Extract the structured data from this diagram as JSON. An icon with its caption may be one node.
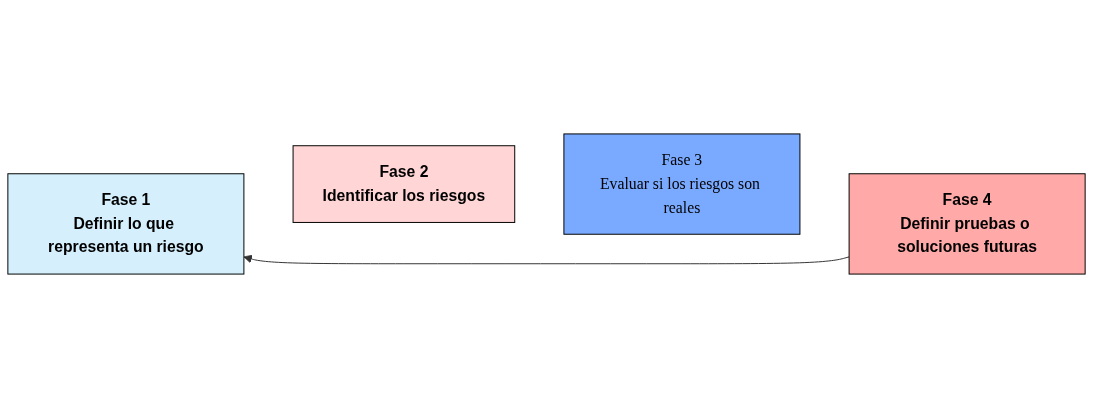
{
  "diagram": {
    "nodes": [
      {
        "text": [
          "Fase 1",
          "Definir lo que representa un riesgo"
        ]
      },
      {
        "text": [
          "Fase 2",
          "Identificar los riesgos"
        ]
      },
      {
        "text": [
          "Fase 3",
          "Evaluar si los riesgos son reales"
        ]
      },
      {
        "text": [
          "Fase 4",
          "Definir pruebas o soluciones futuras"
        ]
      }
    ],
    "edges": [
      {
        "from": 3,
        "to": 0,
        "arrow": "to"
      }
    ]
  }
}
